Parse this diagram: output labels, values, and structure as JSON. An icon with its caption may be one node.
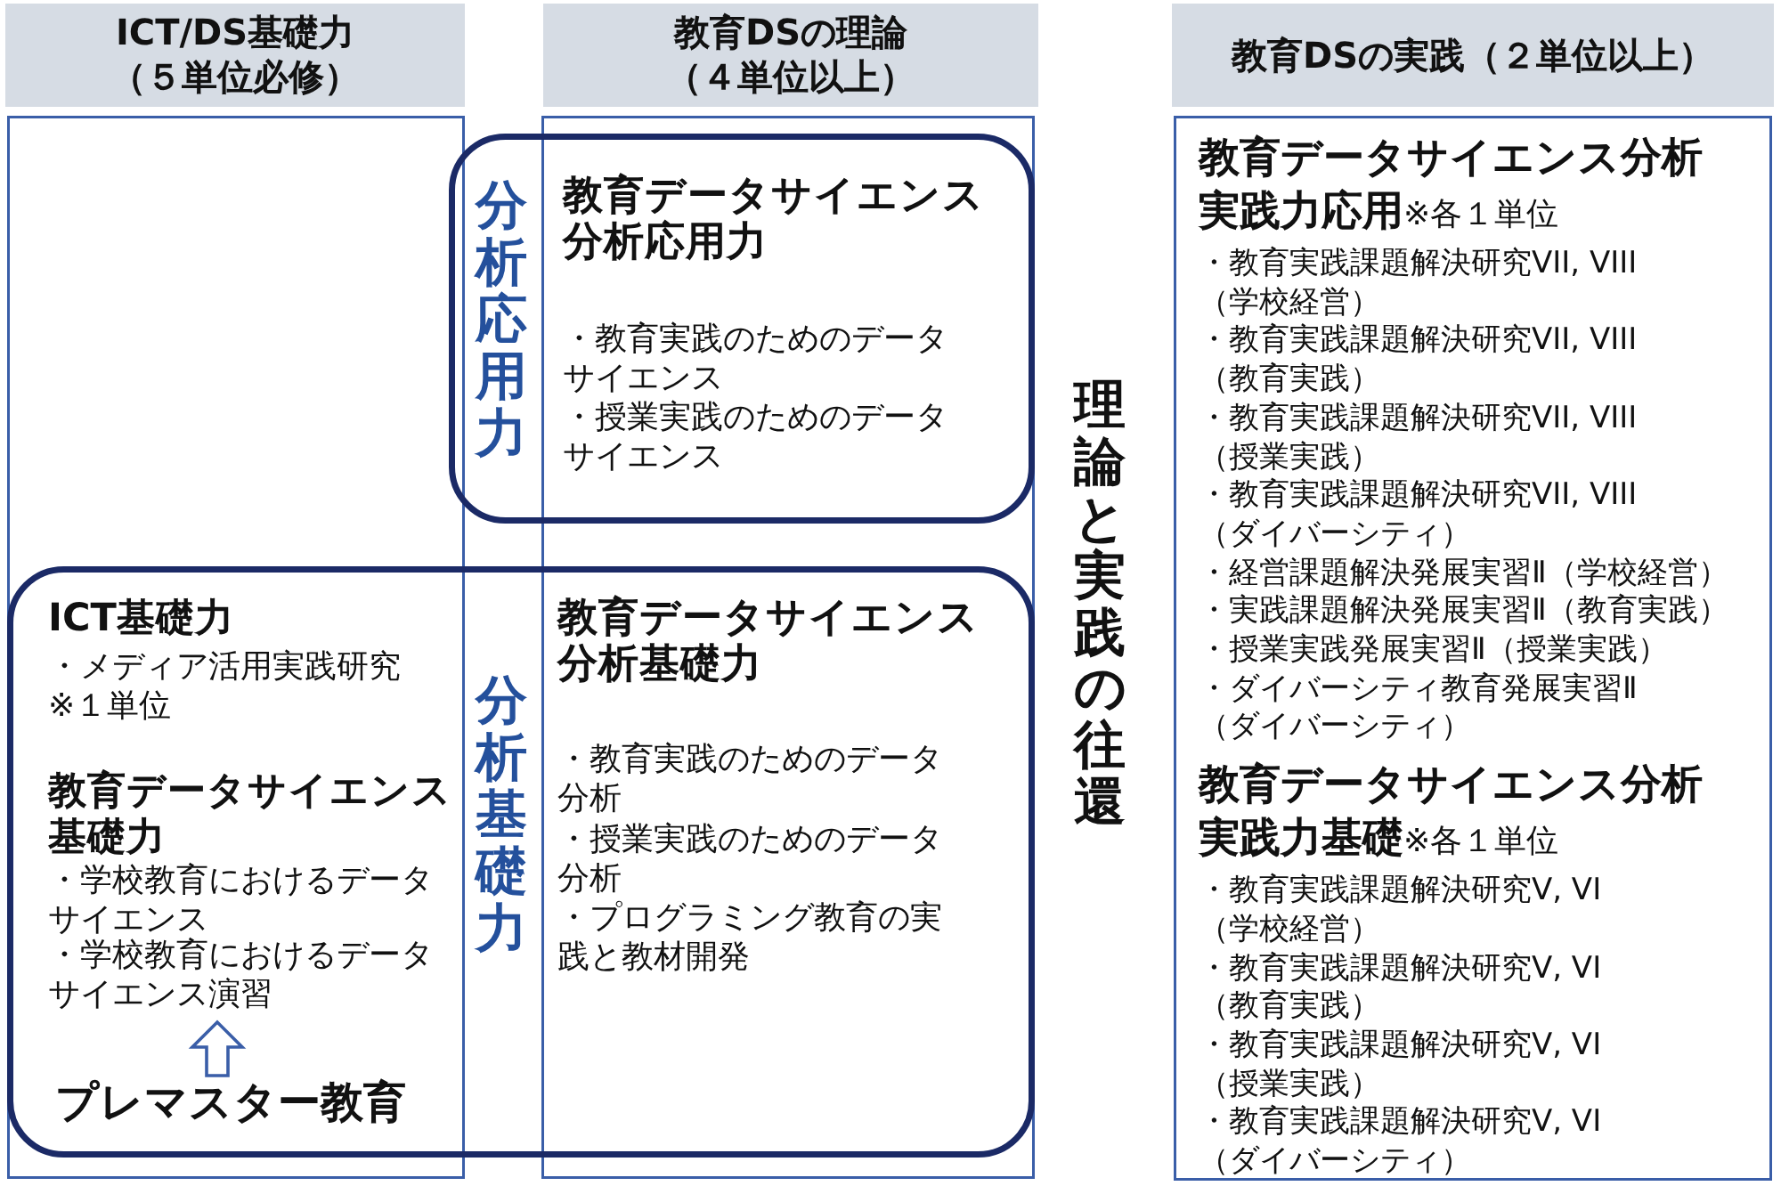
{
  "diagram": {
    "nodes": [
      {
        "text": [
          "ICT/DS基礎力（５単位必修）"
        ]
      },
      {
        "text": [
          "教育DSの理論（４単位以上）"
        ]
      },
      {
        "text": [
          "教育DSの実践（２単位以上）"
        ]
      },
      {
        "text": [],
        "shape": "box"
      },
      {
        "text": [],
        "shape": "box"
      },
      {
        "text": [
          "分析応用力",
          "教育データサイエンス分析応用力",
          "・教育実践のためのデータサイエンス",
          "・授業実践のためのデータサイエンス"
        ]
      },
      {
        "text": [
          "分析基礎力"
        ]
      },
      {
        "text": [
          "ICT基礎力",
          "・メディア活用実践研究※１単位"
        ]
      },
      {
        "text": [
          "教育データサイエンス基礎力",
          "・学校教育におけるデータサイエンス",
          "・学校教育におけるデータサイエンス演習"
        ]
      },
      {
        "text": [
          "プレマスター教育"
        ]
      },
      {
        "text": [
          "教育データサイエンス分析基礎力",
          "・教育実践のためのデータ分析",
          "・授業実践のためのデータ分析",
          "・プログラミング教育の実践と教材開発"
        ]
      },
      {
        "text": [
          "**教育データサイエンス分析実践力応用**※各１単位",
          "・教育実践課題解決研究VII, VIII（学校経営）",
          "・教育実践課題解決研究VII, VIII（教育実践）",
          "・教育実践課題解決研究VII, VIII（授業実践）",
          "・教育実践課題解決研究VII, VIII（ダイバーシティ）",
          "・経営課題解決発展実習Ⅱ（学校経営）",
          "・実践課題解決発展実習Ⅱ（教育実践）",
          "・授業実践発展実習Ⅱ（授業実践）",
          "・ダイバーシティ教育発展実習Ⅱ（ダイバーシティ）",
          "**教育データサイエンス分析実践力基礎**※各１単位",
          "・教育実践課題解決研究V, VI（学校経営）",
          "・教育実践課題解決研究V, VI（教育実践）",
          "・教育実践課題解決研究V, VI（授業実践）",
          "・教育実践課題解決研究V, VI（ダイバーシティ）"
        ]
      }
    ],
    "edges": [
      {
        "from": 9,
        "to": 8,
        "arrow": "to"
      }
    ],
    "labels": [
      "理論と実践の往還"
    ]
  }
}
